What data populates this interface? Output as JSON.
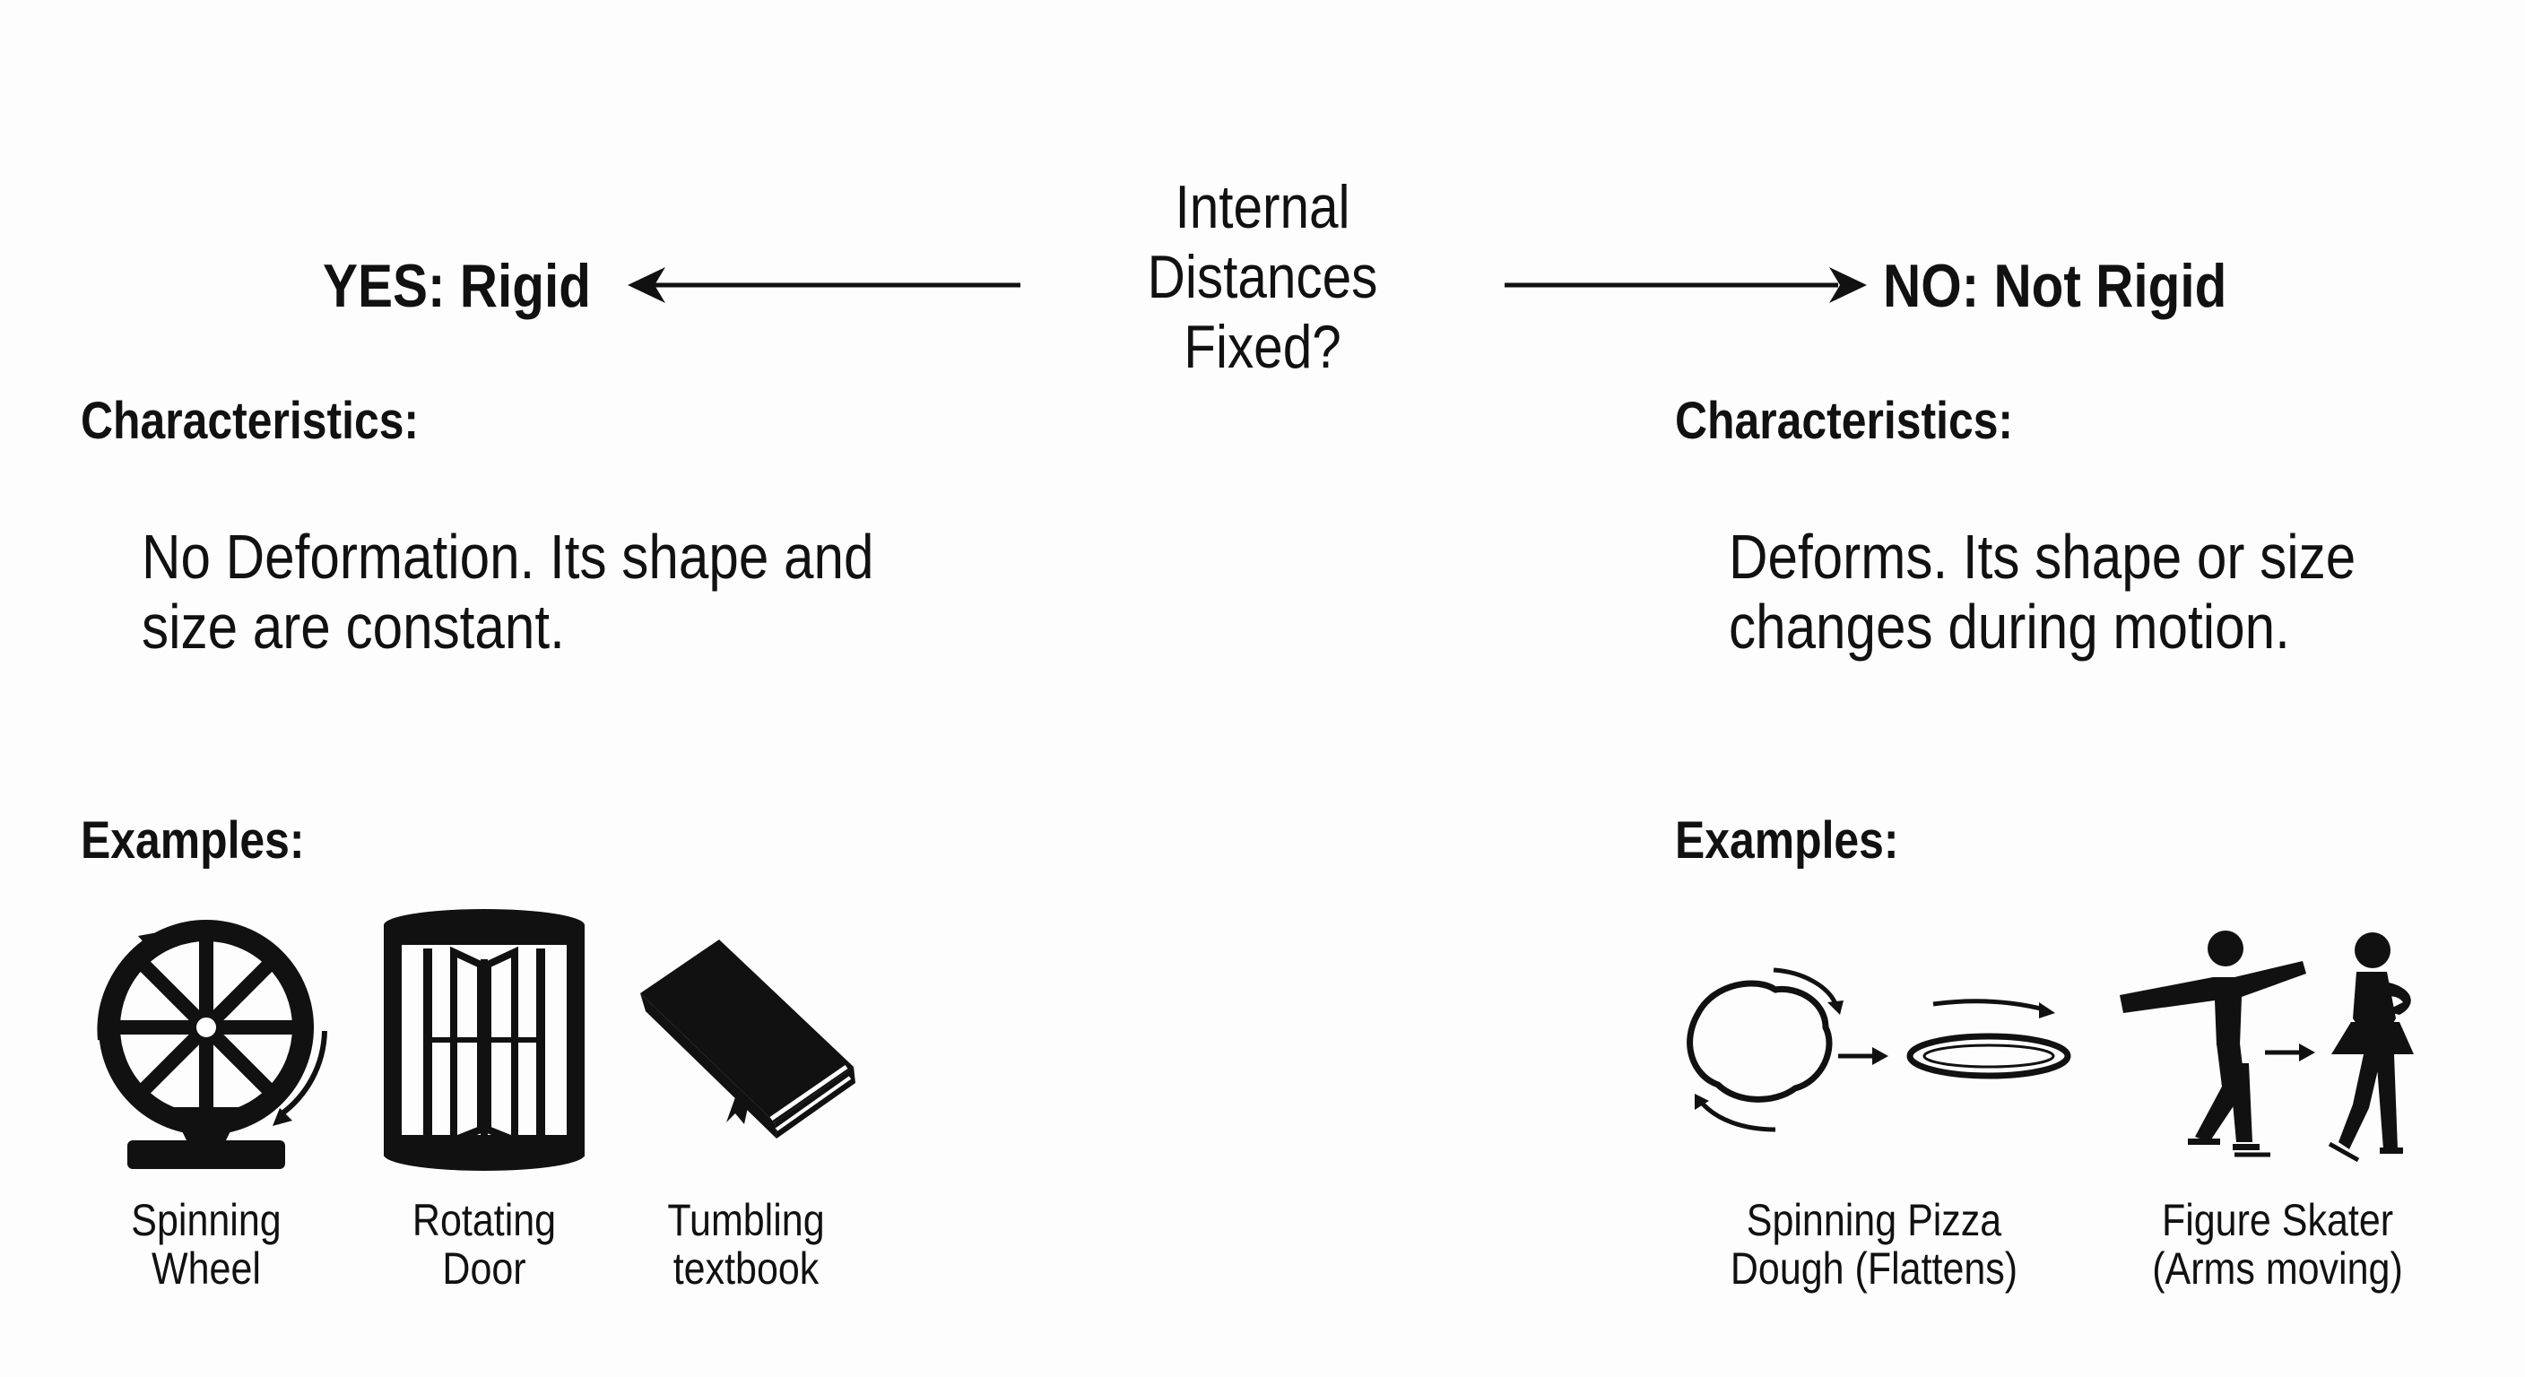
{
  "center": {
    "question_lines": [
      "Internal",
      "Distances",
      "Fixed?"
    ]
  },
  "yes_branch": {
    "title": "YES: Rigid",
    "characteristics_label": "Characteristics:",
    "description_lines": [
      "No Deformation. Its shape and",
      "size are constant."
    ],
    "examples_label": "Examples:",
    "examples": [
      {
        "icon": "spinning-wheel-icon",
        "caption_lines": [
          "Spinning",
          "Wheel"
        ]
      },
      {
        "icon": "revolving-door-icon",
        "caption_lines": [
          "Rotating",
          "Door"
        ]
      },
      {
        "icon": "book-icon",
        "caption_lines": [
          "Tumbling",
          "textbook"
        ]
      }
    ]
  },
  "no_branch": {
    "title": "NO: Not Rigid",
    "characteristics_label": "Characteristics:",
    "description_lines": [
      "Deforms. Its shape or size",
      "changes during motion."
    ],
    "examples_label": "Examples:",
    "examples": [
      {
        "icon": "pizza-dough-icon",
        "caption_lines": [
          "Spinning Pizza",
          "Dough (Flattens)"
        ]
      },
      {
        "icon": "figure-skater-icon",
        "caption_lines": [
          "Figure Skater",
          "(Arms moving)"
        ]
      }
    ]
  },
  "colors": {
    "ink": "#111111",
    "background": "#fdfdfd"
  }
}
